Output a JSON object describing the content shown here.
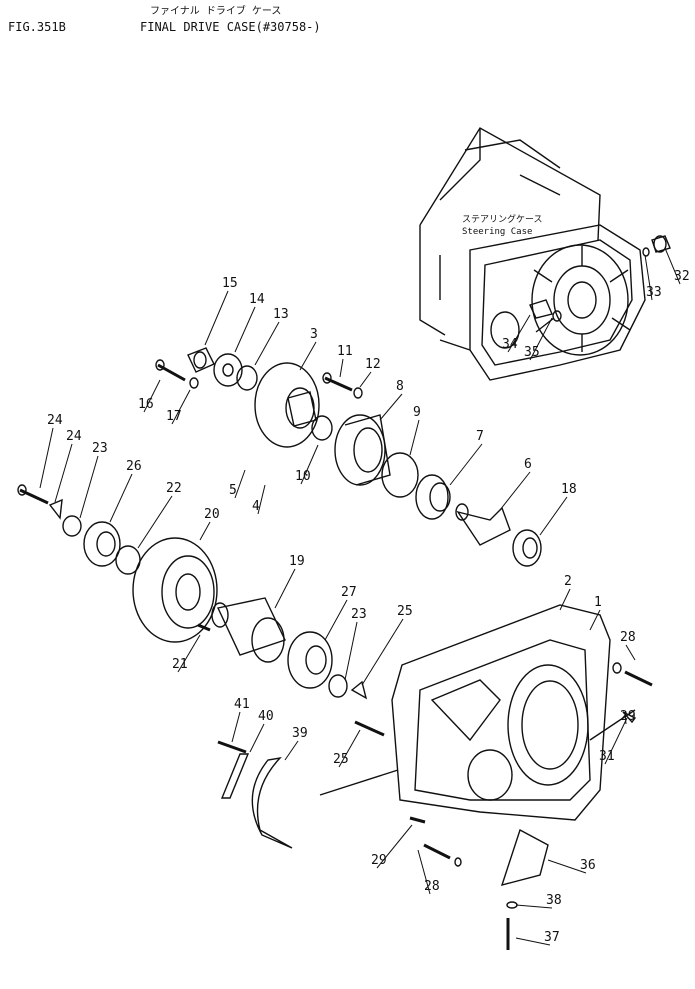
{
  "header": {
    "fig": "FIG.351B",
    "title_jp": "ファイナル ドライブ ケース",
    "title_en": "FINAL DRIVE CASE(#30758-)"
  },
  "callouts": {
    "steering_case_jp": "ステアリングケース",
    "steering_case_en": "Steering Case"
  },
  "parts": [
    "1",
    "2",
    "3",
    "4",
    "5",
    "6",
    "7",
    "8",
    "9",
    "10",
    "11",
    "12",
    "13",
    "14",
    "15",
    "16",
    "17",
    "18",
    "19",
    "20",
    "21",
    "22",
    "23",
    "24",
    "25",
    "26",
    "27",
    "28",
    "29",
    "30",
    "31",
    "32",
    "33",
    "34",
    "35",
    "36",
    "37",
    "38",
    "39",
    "40",
    "41"
  ]
}
